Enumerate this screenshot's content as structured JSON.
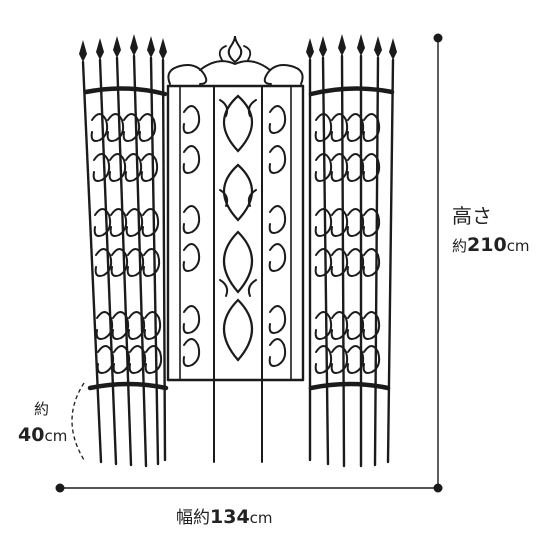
{
  "height_dimension": {
    "label": "高さ",
    "prefix": "約",
    "value": "210",
    "unit": "cm"
  },
  "depth_dimension": {
    "prefix": "約",
    "value": "40",
    "unit": "cm"
  },
  "width_dimension": {
    "label": "幅約",
    "value": "134",
    "unit": "cm"
  },
  "colors": {
    "iron": "#1b1b1b",
    "dimension_line": "#1b1b1b",
    "background": "#ffffff"
  }
}
